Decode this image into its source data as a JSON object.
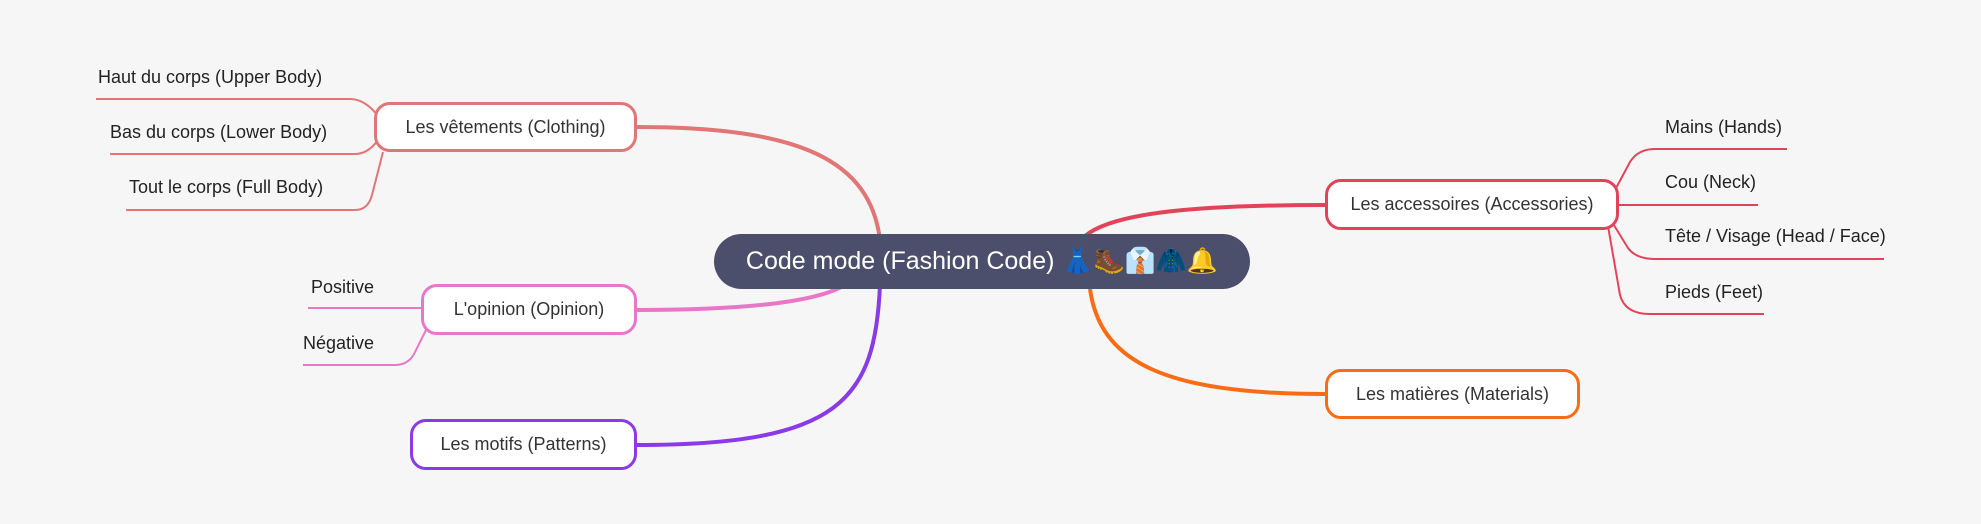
{
  "root": {
    "label": "Code mode (Fashion Code)",
    "emoji": "👗🥾👔🧥🔔"
  },
  "colors": {
    "clothing": "#e07676",
    "opinion": "#ea76c8",
    "patterns": "#8a3ae6",
    "accessories": "#e3435a",
    "materials": "#f86c16",
    "root": "#4b4f6b"
  },
  "branches": {
    "clothing": {
      "label": "Les vêtements (Clothing)",
      "children": [
        "Haut du corps (Upper Body)",
        "Bas du corps (Lower Body)",
        "Tout le corps (Full Body)"
      ]
    },
    "opinion": {
      "label": "L'opinion (Opinion)",
      "children": [
        "Positive",
        "Négative"
      ]
    },
    "patterns": {
      "label": "Les motifs (Patterns)"
    },
    "accessories": {
      "label": "Les accessoires (Accessories)",
      "children": [
        "Mains (Hands)",
        "Cou (Neck)",
        "Tête / Visage (Head / Face)",
        "Pieds (Feet)"
      ]
    },
    "materials": {
      "label": "Les matières (Materials)"
    }
  }
}
